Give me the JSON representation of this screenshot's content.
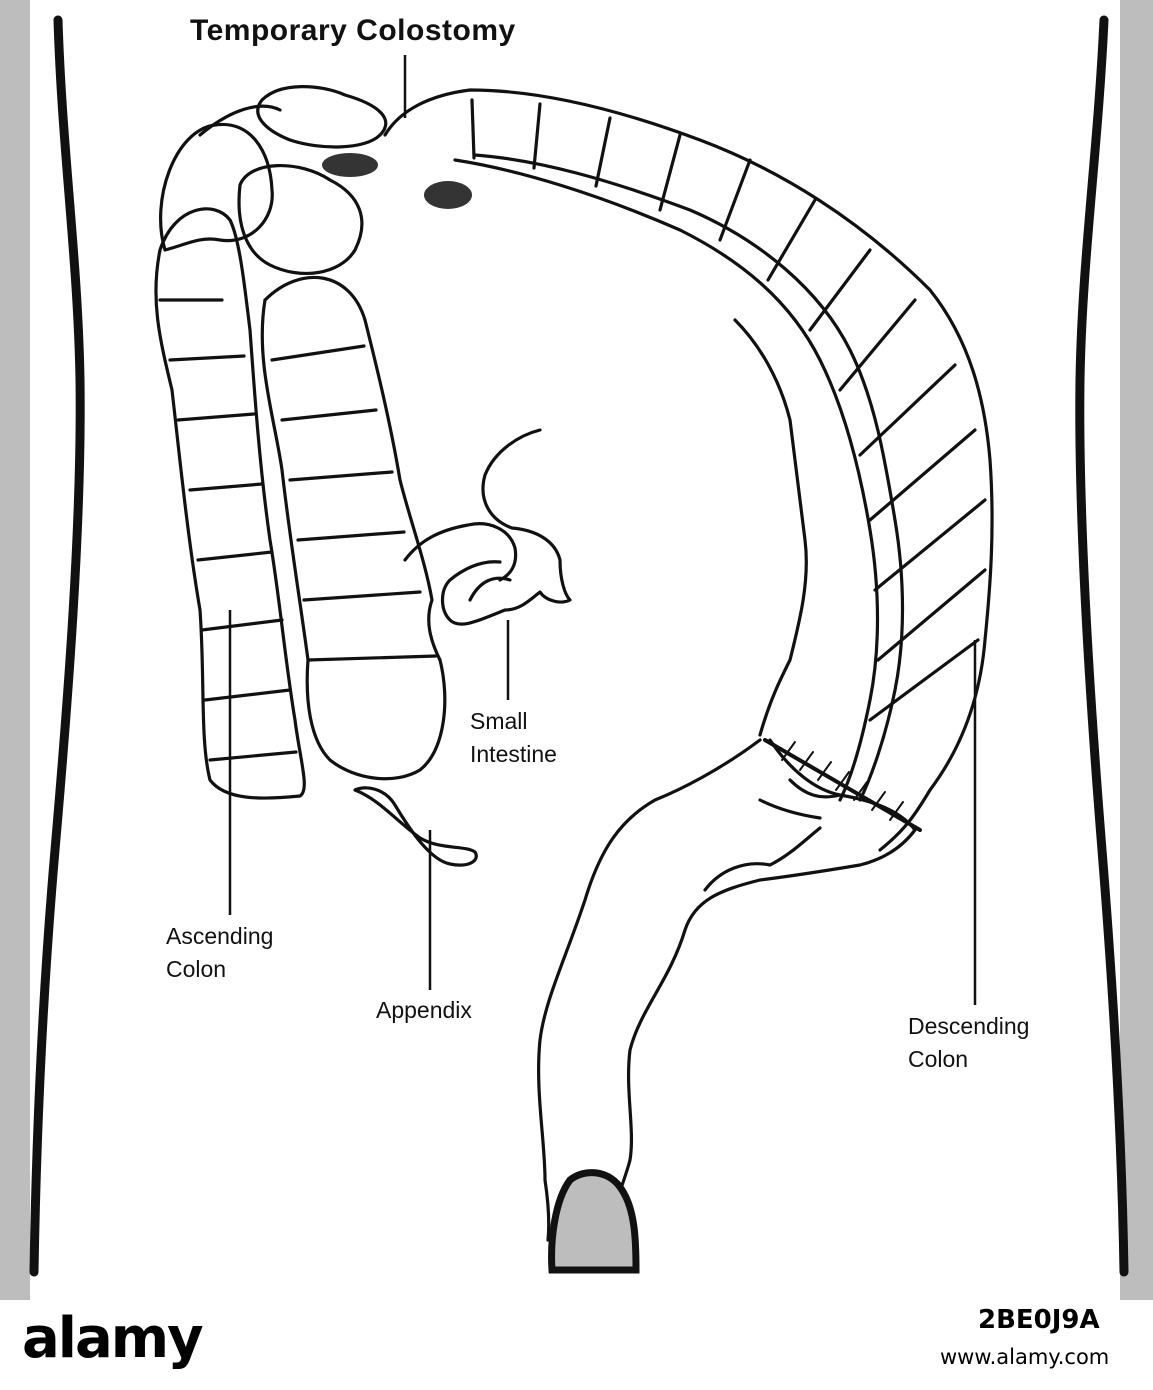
{
  "diagram": {
    "title": "Temporary Colostomy",
    "labels": {
      "small_intestine": [
        "Small",
        "Intestine"
      ],
      "ascending_colon": [
        "Ascending",
        "Colon"
      ],
      "appendix": "Appendix",
      "descending_colon": [
        "Descending",
        "Colon"
      ]
    }
  },
  "watermark": {
    "brand": "alamy",
    "image_code": "2BE0J9A",
    "url": "www.alamy.com"
  },
  "colors": {
    "background": "#bdbdbd",
    "panel": "#ffffff",
    "line": "#111111"
  }
}
